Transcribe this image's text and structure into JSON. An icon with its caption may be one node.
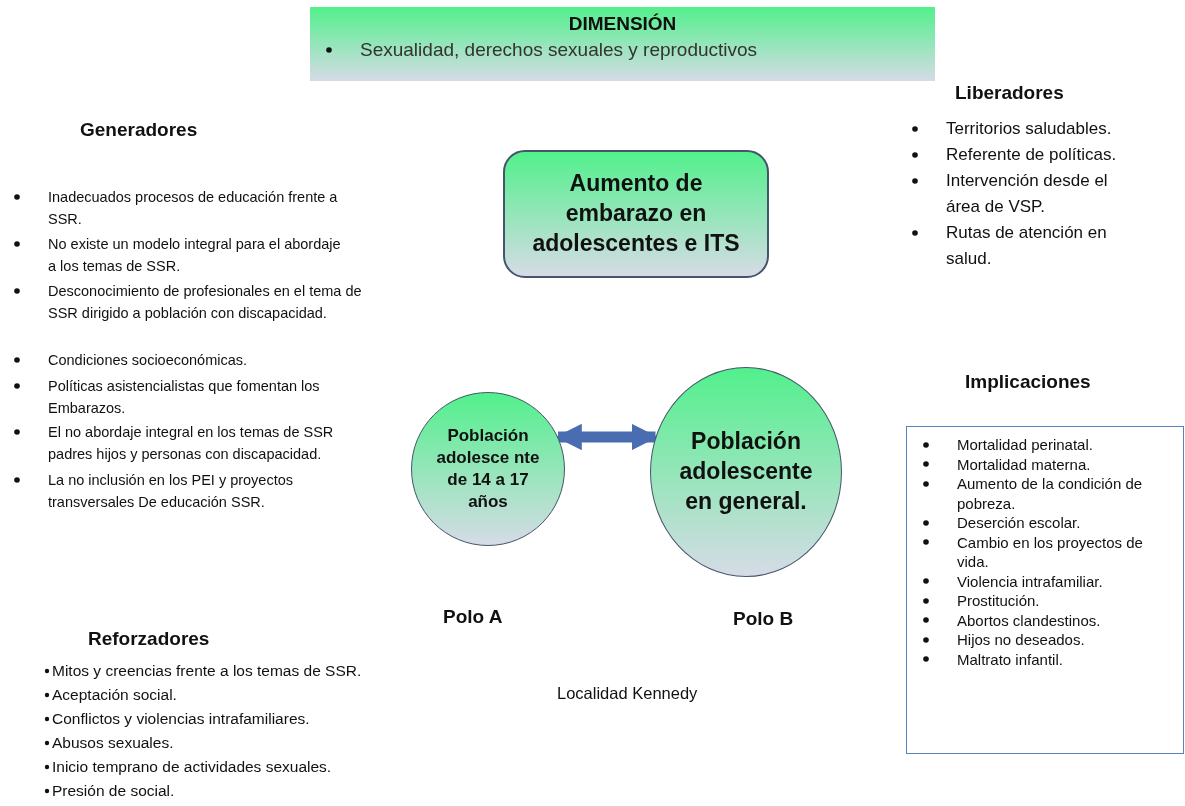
{
  "diagram": {
    "nodes": [
      {
        "text": [
          "DIMENSIÓN",
          "Sexualidad, derechos sexuales y reproductivos"
        ]
      },
      {
        "text": [
          "Aumento de embarazo en adolescentes e ITS"
        ]
      },
      {
        "text": [
          "Población adolesce nte de 14 a 17 años"
        ],
        "beside": [
          "Polo A"
        ]
      },
      {
        "text": [
          "Población adolescente en general."
        ],
        "beside": [
          "Polo B"
        ]
      },
      {
        "text": [
          "Implicaciones",
          "Mortalidad perinatal.",
          "Mortalidad materna.",
          "Aumento de la condición de pobreza.",
          "Deserción escolar.",
          "Cambio en los proyectos de vida.",
          "Violencia intrafamiliar.",
          "Prostitución.",
          "Abortos clandestinos.",
          "Hijos no deseados.",
          "Maltrato infantil."
        ]
      }
    ],
    "edges": [
      {
        "from": 2,
        "to": 3,
        "arrow": "both"
      }
    ],
    "labels": [
      "Liberadores",
      "Territorios saludables.",
      "Referente de políticas.",
      "Intervención desde el área de VSP.",
      "Rutas de atención en salud.",
      "Generadores",
      "Inadecuados procesos de educación frente a SSR.",
      "No existe un modelo integral para el abordaje a los temas de SSR.",
      "Desconocimiento de profesionales en el tema de SSR dirigido a población con discapacidad.",
      "Condiciones socioeconómicas.",
      "Políticas asistencialistas que fomentan los Embarazos.",
      "El no abordaje integral en los temas de SSR padres hijos y personas con discapacidad.",
      "La no inclusión en los PEI y proyectos transversales De educación SSR.",
      "Reforzadores",
      "Mitos y creencias frente a los temas de SSR.",
      "Aceptación social.",
      "Conflictos y violencias intrafamiliares.",
      "Abusos sexuales.",
      "Inicio temprano de actividades sexuales.",
      "Presión de social.",
      "Localidad Kennedy"
    ]
  }
}
